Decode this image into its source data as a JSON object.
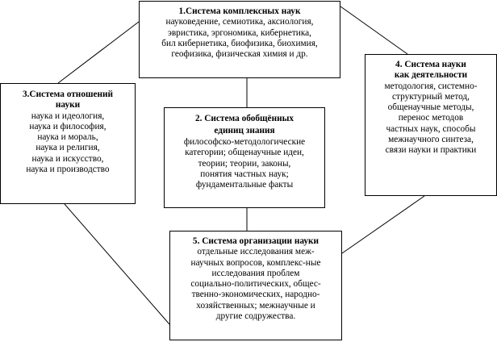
{
  "diagram": {
    "box1": {
      "title": "1.Система комплексных наук",
      "lines": [
        "науковедение, семиотика, аксиология,",
        "эвристика, эргономика, кибернетика,",
        "бил кибернетика, биофизика, биохимия,",
        "геофизика, физическая химия и др."
      ]
    },
    "box2": {
      "title": [
        "2. Система обобщённых",
        "единиц знания"
      ],
      "lines": [
        "философско-методологические",
        "категории; общенаучные идеи,",
        "теории; теории, законы,",
        "понятия частных наук;",
        "фундаментальные факты"
      ]
    },
    "box3": {
      "title": [
        "3.Система отношений",
        "науки"
      ],
      "lines": [
        "наука и идеология,",
        "наука и философия,",
        "наука и мораль,",
        "наука и религия,",
        "наука и искусство,",
        "наука и производство"
      ]
    },
    "box4": {
      "title": [
        "4. Система науки",
        "как деятельности"
      ],
      "lines": [
        "методология, системно-",
        "структурный метод,",
        "общенаучные методы,",
        "перенос методов",
        "частных наук, способы",
        "межнаучного синтеза,",
        "связи науки и практики"
      ]
    },
    "box5": {
      "title": "5. Система организации науки",
      "lines": [
        "отдельные исследования меж-",
        "научных вопросов, комплекс-ные",
        "исследования проблем",
        "социально-политических, общес-",
        "твенно-экономических, народно-",
        "хозяйственных; межнаучные и",
        "другие содружества."
      ]
    }
  }
}
